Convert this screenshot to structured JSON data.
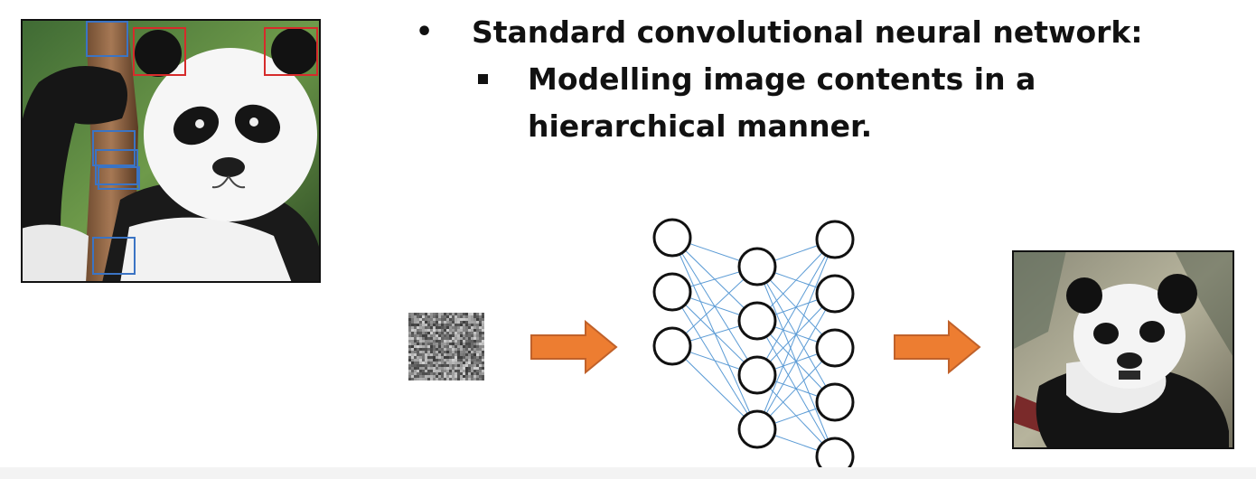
{
  "slide": {
    "bullet_main": "Standard convolutional neural network:",
    "bullet_sub_line1": "Modelling image contents in a",
    "bullet_sub_line2": "hierarchical manner."
  },
  "network": {
    "layers": [
      3,
      4,
      5
    ],
    "edge_color": "#5b9bd5",
    "node_stroke": "#111111"
  },
  "colors": {
    "arrow": "#ed7d31",
    "arrow_outline": "#c0612a",
    "red_box": "#d62b2b",
    "blue_box": "#3b74c4"
  },
  "icons": {
    "input_image": "panda-photo-with-feature-boxes",
    "noise": "noise-image",
    "output_image": "generated-panda-image"
  }
}
